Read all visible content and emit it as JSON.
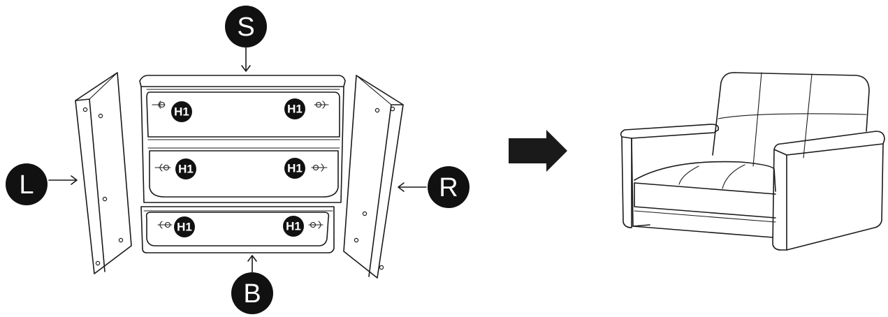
{
  "labels": {
    "seat": "S",
    "base": "B",
    "left": "L",
    "right": "R",
    "hardware": "H1"
  },
  "colors": {
    "ink": "#1a1a1a",
    "badge": "#111111",
    "arrow": "#1a1a1a"
  },
  "icons": {
    "direction": "right-arrow-icon",
    "bolt": "bolt-with-washer-icon"
  }
}
